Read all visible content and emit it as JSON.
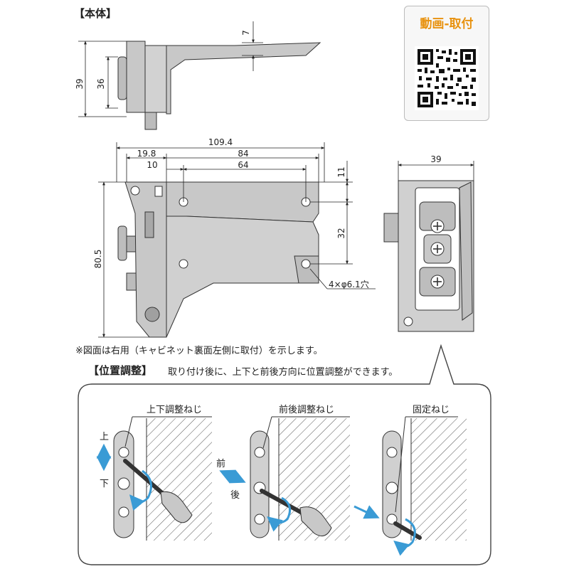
{
  "headers": {
    "body": "【本体】",
    "position": "【位置調整】",
    "position_desc": "取り付け後に、上下と前後方向に位置調整ができます。"
  },
  "qr": {
    "title": "動画-取付"
  },
  "note": "※図面は右用（キャビネット裏面左側に取付）を示します。",
  "dims": {
    "d7": "7",
    "d39a": "39",
    "d36": "36",
    "d109": "109.4",
    "d19": "19.8",
    "d84": "84",
    "d10": "10",
    "d64": "64",
    "d11": "11",
    "d32": "32",
    "d80": "80.5",
    "hole": "4×φ6.1穴",
    "d39b": "39"
  },
  "steps": {
    "vertical": "上下調整ねじ",
    "front_back": "前後調整ねじ",
    "fixing": "固定ねじ",
    "up": "上",
    "down": "下",
    "front": "前",
    "back": "後"
  },
  "colors": {
    "part": "#c8c8c8",
    "part_dark": "#9a9a9a",
    "accent": "#3a9bd5",
    "qr": "#e8920f"
  }
}
